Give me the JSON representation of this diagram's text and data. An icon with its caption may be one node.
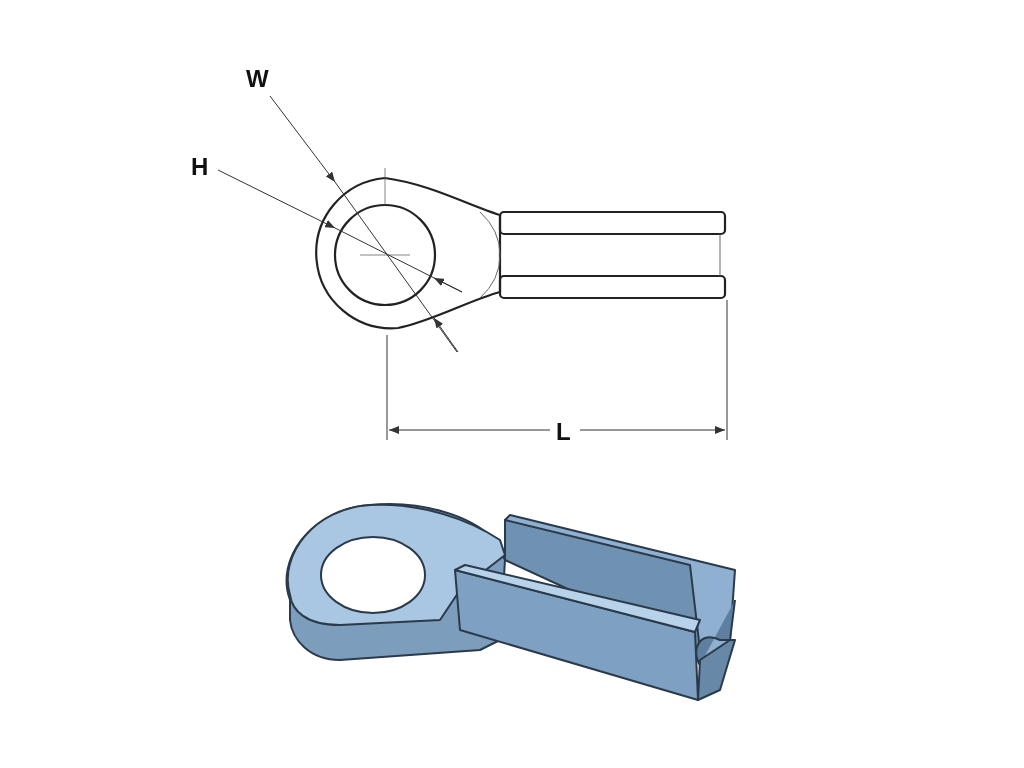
{
  "diagram": {
    "labels": [
      "W",
      "H",
      "L"
    ]
  }
}
